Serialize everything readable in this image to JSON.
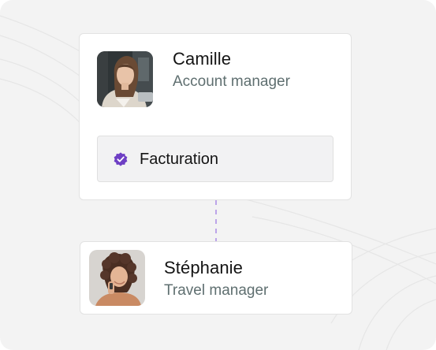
{
  "manager_card": {
    "name": "Camille",
    "role": "Account manager",
    "avatar_icon": "woman-portrait-photo",
    "tag": {
      "label": "Facturation",
      "icon": "verified-check-icon",
      "icon_color": "#6e3fc4"
    }
  },
  "traveler_card": {
    "name": "Stéphanie",
    "role": "Travel manager",
    "avatar_icon": "woman-portrait-photo"
  },
  "connector": {
    "style": "dashed",
    "color": "#a98ae6"
  },
  "colors": {
    "background": "#f3f3f3",
    "card": "#ffffff",
    "name_text": "#141414",
    "role_text": "#5f6f70",
    "accent": "#6e3fc4"
  }
}
